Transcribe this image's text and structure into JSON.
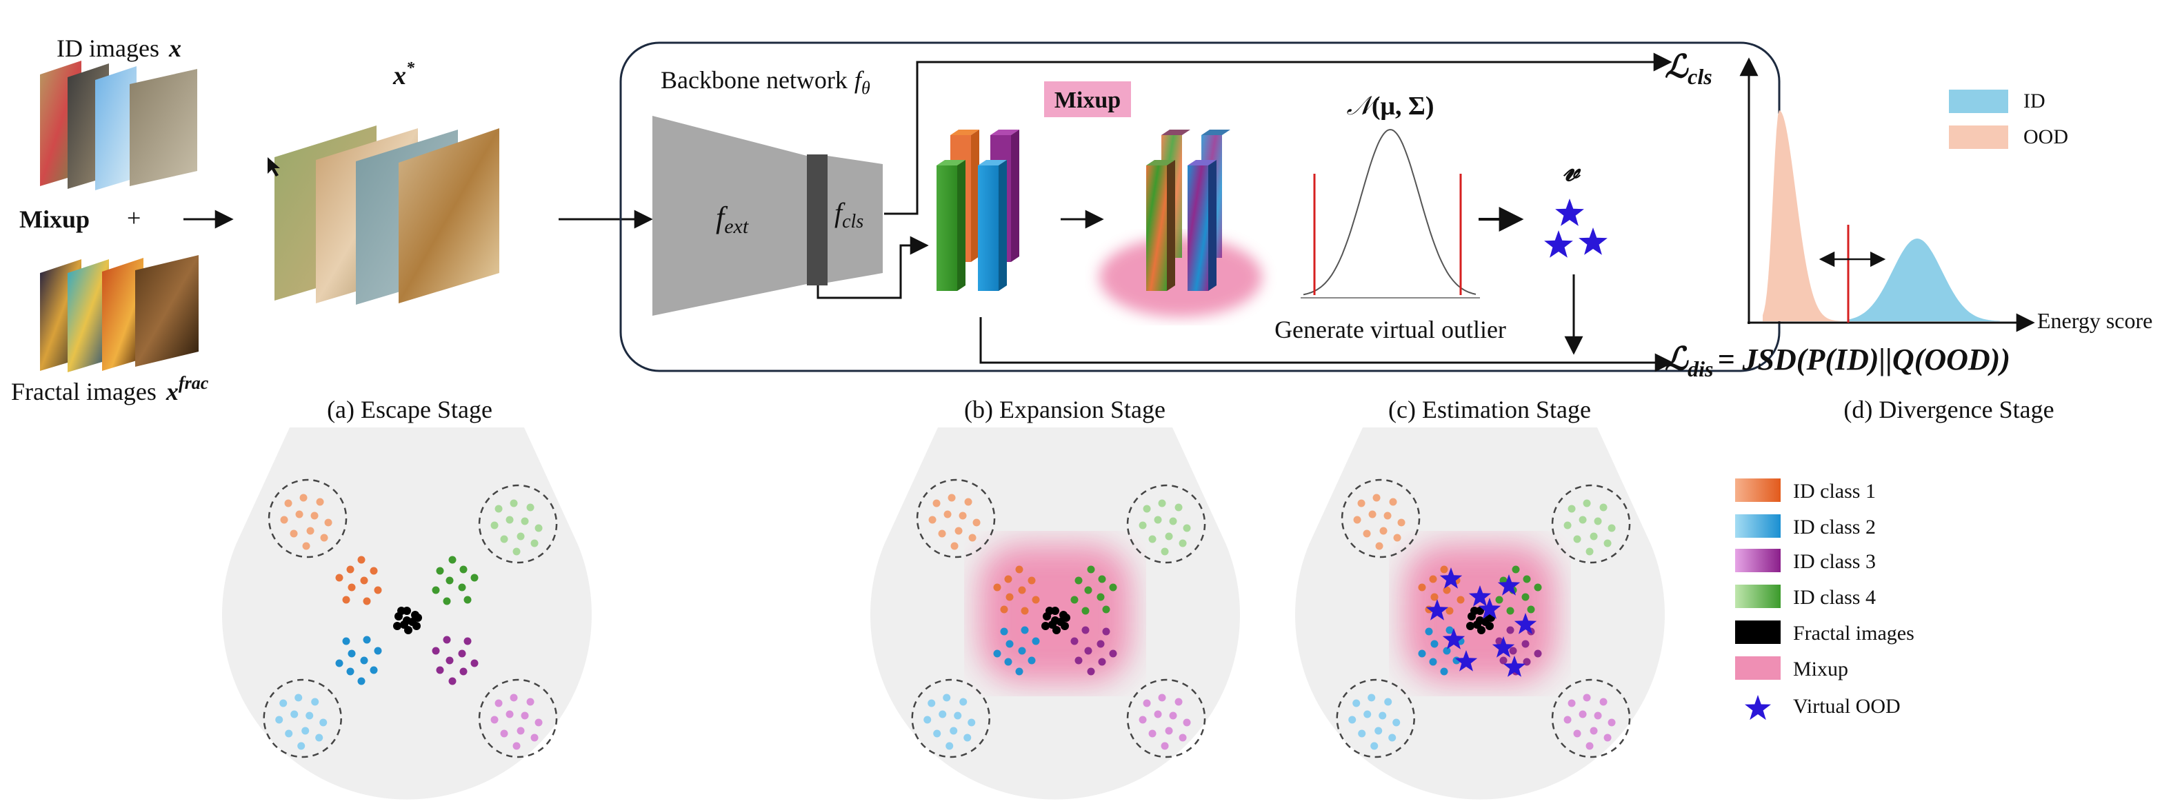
{
  "inputs": {
    "id_label": "ID images",
    "id_var": "x",
    "mixup_label": "Mixup",
    "plus": "+",
    "fractal_label": "Fractal images",
    "fractal_var": "x",
    "fractal_sup": "frac",
    "xstar_var": "x",
    "xstar_sup": "*"
  },
  "backbone": {
    "title": "Backbone network",
    "f_symbol": "f",
    "theta": "θ",
    "fext_f": "f",
    "fext_sub": "ext",
    "fcls_f": "f",
    "fcls_sub": "cls"
  },
  "mixup_box": "Mixup",
  "gaussian": {
    "label_N": "𝒩",
    "label_args": "(μ, Σ)",
    "caption": "Generate virtual outlier"
  },
  "v_label": "𝓋",
  "losses": {
    "cls_L": "ℒ",
    "cls_sub": "cls",
    "dis_L": "ℒ",
    "dis_sub": "dis",
    "dis_formula": "= JSD(P(ID)||Q(OOD))"
  },
  "energy_plot": {
    "legend": [
      {
        "label": "ID",
        "color": "#8ecfe8"
      },
      {
        "label": "OOD",
        "color": "#f7c9b4"
      }
    ],
    "xlabel": "Energy score"
  },
  "stages": [
    {
      "caption": "(a) Escape Stage"
    },
    {
      "caption": "(b) Expansion Stage"
    },
    {
      "caption": "(c) Estimation Stage"
    },
    {
      "caption": "(d) Divergence Stage"
    }
  ],
  "legend": [
    {
      "label": "ID class 1",
      "icon": "gradient-swatch-orange"
    },
    {
      "label": "ID class 2",
      "icon": "gradient-swatch-blue"
    },
    {
      "label": "ID class 3",
      "icon": "gradient-swatch-purple"
    },
    {
      "label": "ID class 4",
      "icon": "gradient-swatch-green"
    },
    {
      "label": "Fractal images",
      "icon": "black-swatch"
    },
    {
      "label": "Mixup",
      "icon": "pink-swatch"
    },
    {
      "label": "Virtual OOD",
      "icon": "star-icon"
    }
  ],
  "colors": {
    "class1": "#e8743b",
    "class1_light": "#f2a77c",
    "class2": "#1f8fcf",
    "class2_light": "#8fd0f0",
    "class3": "#8e2c8e",
    "class3_light": "#d98fd9",
    "class4": "#3f9a2e",
    "class4_light": "#a9d99a",
    "fractal": "#000000",
    "mixup": "#ef8fb4",
    "virtual_ood": "#2a16d8",
    "threshold": "#d62020"
  }
}
